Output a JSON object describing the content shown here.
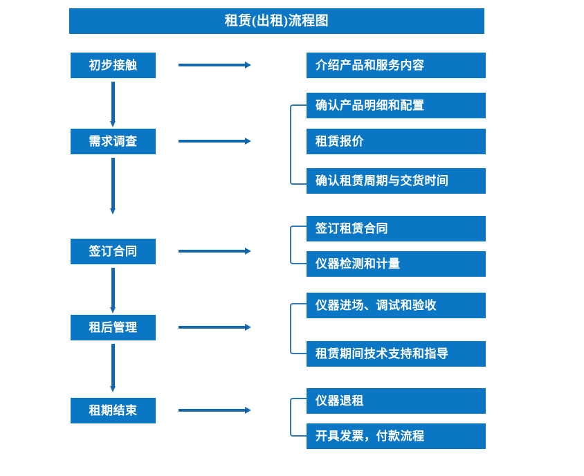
{
  "title": "租赁(出租)流程图",
  "theme": {
    "box_fill": "#0b76c4",
    "box_text": "#ffffff",
    "arrow": "#1266ab",
    "bracket": "#2e79b8",
    "background": "#ffffff"
  },
  "stages": [
    {
      "label": "初步接触"
    },
    {
      "label": "需求调查"
    },
    {
      "label": "签订合同"
    },
    {
      "label": "租后管理"
    },
    {
      "label": "租期结束"
    }
  ],
  "details": [
    {
      "label": "介绍产品和服务内容"
    },
    {
      "label": "确认产品明细和配置"
    },
    {
      "label": "租赁报价"
    },
    {
      "label": "确认租赁周期与交货时间"
    },
    {
      "label": "签订租赁合同"
    },
    {
      "label": "仪器检测和计量"
    },
    {
      "label": "仪器进场、调试和验收"
    },
    {
      "label": "租赁期间技术支持和指导"
    },
    {
      "label": "仪器退租"
    },
    {
      "label": "开具发票，付款流程"
    }
  ]
}
